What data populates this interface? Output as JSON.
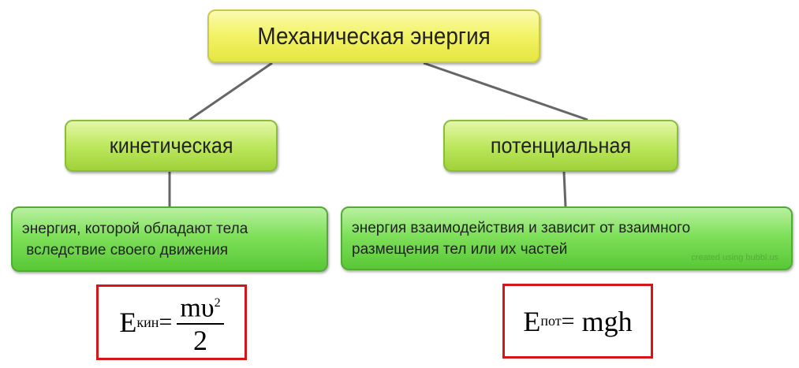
{
  "root": {
    "label": "Механическая энергия"
  },
  "kinetic": {
    "label": "кинетическая",
    "description": "энергия, которой обладают тела\n вследствие своего движения",
    "formula": {
      "symbol": "E",
      "subscript": "кин",
      "equals": "=",
      "numerator": "mυ",
      "power": "2",
      "denominator": "2"
    }
  },
  "potential": {
    "label": "потенциальная",
    "description": "энергия взаимодействия и зависит от взаимного\nразмещения тел или их частей",
    "formula": {
      "symbol": "E",
      "subscript": "пот",
      "equals": "=",
      "expression": " mgh"
    }
  },
  "watermark": "created using bubbl.us",
  "colors": {
    "root": "#f3f36a",
    "level1": "#bde85e",
    "description": "#7fe05a",
    "formula_border": "#d4161b",
    "connector": "#666666"
  }
}
